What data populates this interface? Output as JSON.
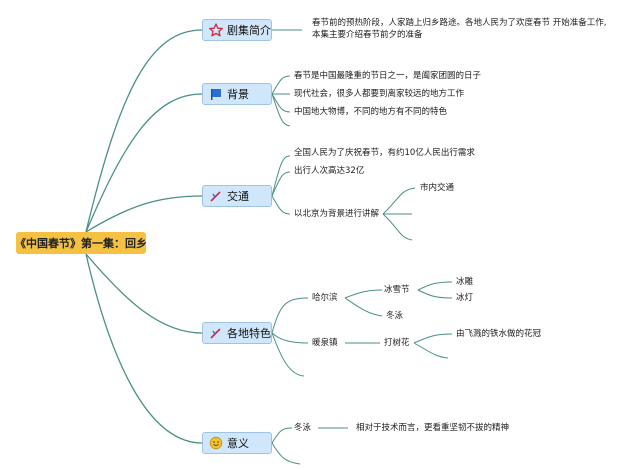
{
  "root": {
    "label": "《中国春节》第一集：回乡"
  },
  "topics": {
    "synopsis": {
      "label": "剧集简介",
      "icon": "star-outline-icon",
      "lines": [
        "春节前的预热阶段，人家踏上归乡路途。各地人民为了欢度春节 开始准备工作,",
        "本集主要介绍春节前夕的准备"
      ]
    },
    "background": {
      "label": "背景",
      "icon": "blue-flag-icon",
      "items": [
        "春节是中国最隆重的节日之一，是阖家团圆的日子",
        "现代社会，很多人都要到离家较远的地方工作",
        "中国地大物博，不同的地方有不同的特色"
      ]
    },
    "transport": {
      "label": "交通",
      "icon": "pencil-mark-icon",
      "items": [
        "全国人民为了庆祝春节，有约10亿人民出行需求",
        "出行人次高达32亿",
        "以北京为背景进行讲解"
      ],
      "beijing_children": [
        "市内交通"
      ]
    },
    "regional": {
      "label": "各地特色",
      "icon": "pencil-mark-icon",
      "harbin": {
        "label": "哈尔滨",
        "ice_festival": {
          "label": "冰雪节",
          "children": [
            "冰雕",
            "冰灯"
          ]
        },
        "winter_swim": "冬泳"
      },
      "nuanquan": {
        "label": "暖泉镇",
        "dashuhua": {
          "label": "打树花",
          "children": [
            "由飞溅的铁水做的花冠"
          ]
        }
      }
    },
    "meaning": {
      "label": "意义",
      "icon": "smiley-icon",
      "item": "冬泳",
      "detail": "相对于技术而言，更看重坚韧不拔的精神"
    }
  },
  "colors": {
    "root_fill": "#f4c143",
    "topic_fill": "#cfe6fb",
    "topic_border": "#9ec3e6",
    "branch_line": "#4a8f86"
  }
}
